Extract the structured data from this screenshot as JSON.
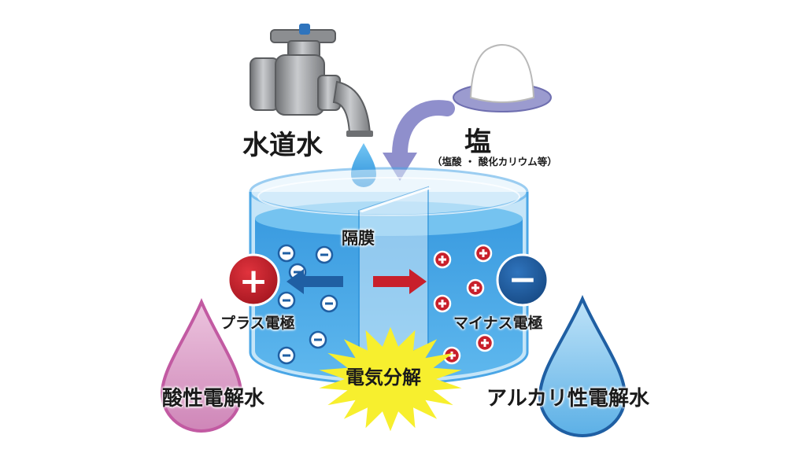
{
  "labels": {
    "tap_water": "水道水",
    "salt": "塩",
    "salt_note": "（塩酸 ・ 酸化カリウム等）",
    "membrane": "隔膜",
    "plus_electrode": "プラス電極",
    "minus_electrode": "マイナス電極",
    "electrolysis": "電気分解",
    "acidic_water": "酸性電解水",
    "alkaline_water": "アルカリ性電解水"
  },
  "symbols": {
    "plus_sign": "+",
    "minus_sign": "−"
  },
  "colors": {
    "water": "#4aa6e6",
    "tank_glass": "#a9d8f5",
    "plus_electrode": "#c8202b",
    "minus_electrode": "#1f5fa3",
    "acidic_drop": "#d99ac6",
    "alkaline_drop": "#6fb8e8",
    "salt_arrow": "#8f8fcc",
    "burst": "#f7ef2e"
  },
  "icons": [
    "faucet-icon",
    "water-drop-icon",
    "salt-pile-icon",
    "arrow-icon",
    "burst-icon"
  ]
}
